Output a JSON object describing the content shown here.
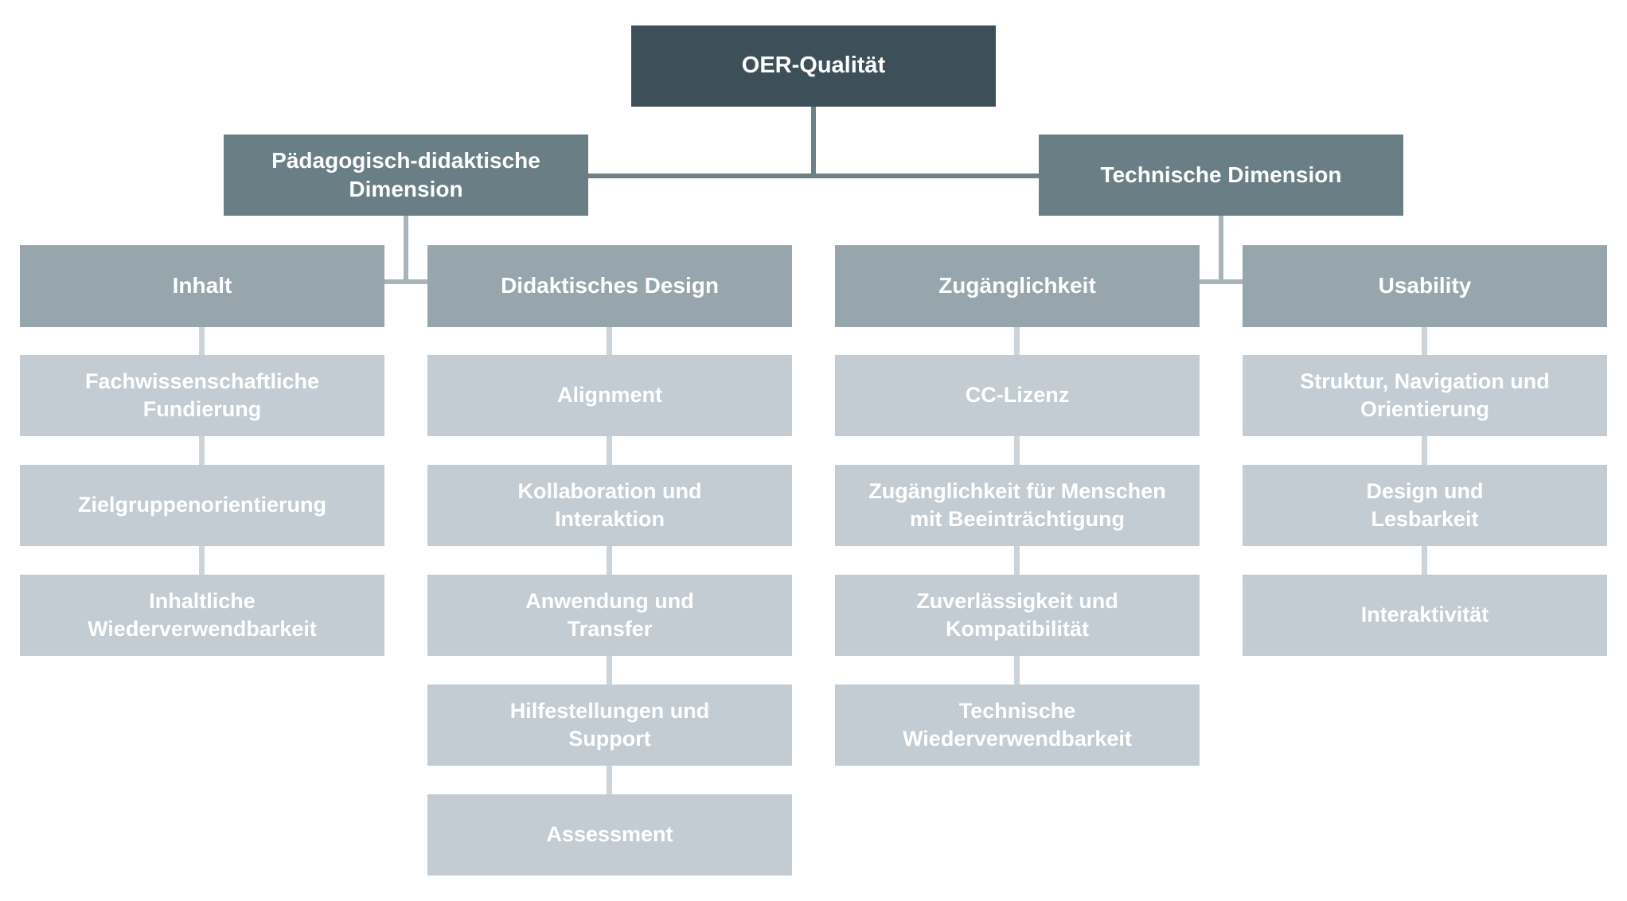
{
  "diagram": {
    "root": {
      "label": "OER-Qualität"
    },
    "branches": [
      {
        "label": "Pädagogisch-didaktische\nDimension",
        "categories": [
          {
            "label": "Inhalt",
            "items": [
              "Fachwissenschaftliche\nFundierung",
              "Zielgruppenorientierung",
              "Inhaltliche\nWiederverwendbarkeit"
            ]
          },
          {
            "label": "Didaktisches Design",
            "items": [
              "Alignment",
              "Kollaboration und\nInteraktion",
              "Anwendung und\nTransfer",
              "Hilfestellungen und\nSupport",
              "Assessment"
            ]
          }
        ]
      },
      {
        "label": "Technische Dimension",
        "categories": [
          {
            "label": "Zugänglichkeit",
            "items": [
              "CC-Lizenz",
              "Zugänglichkeit für Menschen\nmit Beeinträchtigung",
              "Zuverlässigkeit und\nKompatibilität",
              "Technische\nWiederverwendbarkeit"
            ]
          },
          {
            "label": "Usability",
            "items": [
              "Struktur, Navigation und\nOrientierung",
              "Design und\nLesbarkeit",
              "Interaktivität"
            ]
          }
        ]
      }
    ],
    "colors": {
      "level1_box": "#3d4f58",
      "level2_box": "#6a7e86",
      "level3_box": "#97a6ad",
      "item_box": "#c3ccd2",
      "text": "#ffffff",
      "connector_dark": "#6e8187",
      "connector_mid": "#a8b4ba",
      "connector_light": "#ccd4d9",
      "background": "#ffffff"
    }
  }
}
